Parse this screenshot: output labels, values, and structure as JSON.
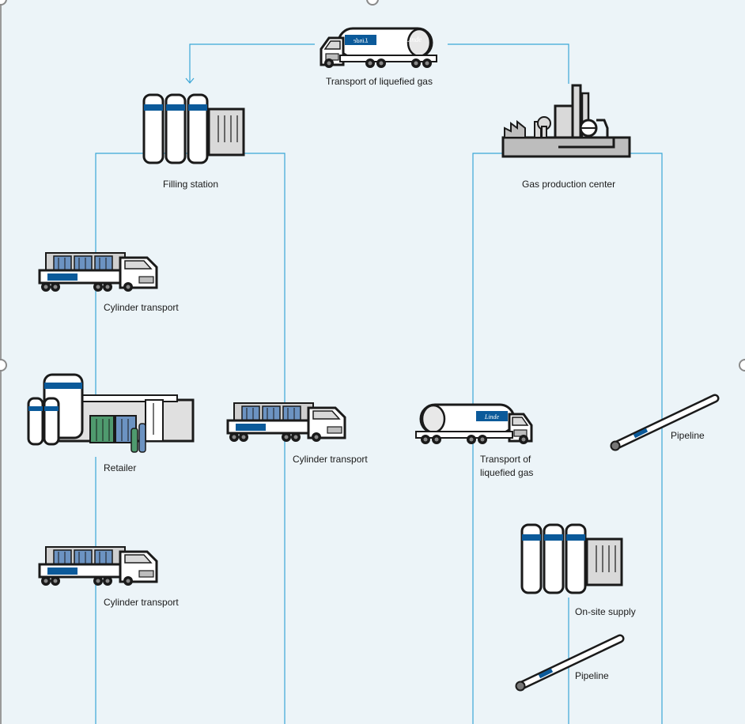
{
  "labels": {
    "transport_top": "Transport of liquefied gas",
    "filling_station": "Filling station",
    "gas_production": "Gas production center",
    "cylinder_transport_1": "Cylinder transport",
    "retailer": "Retailer",
    "cylinder_transport_2": "Cylinder transport",
    "cylinder_transport_3": "Cylinder transport",
    "transport_mid_line1": "Transport of",
    "transport_mid_line2": "liquefied gas",
    "pipeline_1": "Pipeline",
    "onsite_supply": "On-site supply",
    "pipeline_2": "Pipeline"
  },
  "brand_text": "Linde",
  "colors": {
    "background": "#ecf4f8",
    "flow_line": "#3aa6d6",
    "brand_blue": "#0b5a9a",
    "outline": "#1a1a1a",
    "cylinder_green": "#4f9a6e",
    "panel_blue": "#6c93c2"
  }
}
